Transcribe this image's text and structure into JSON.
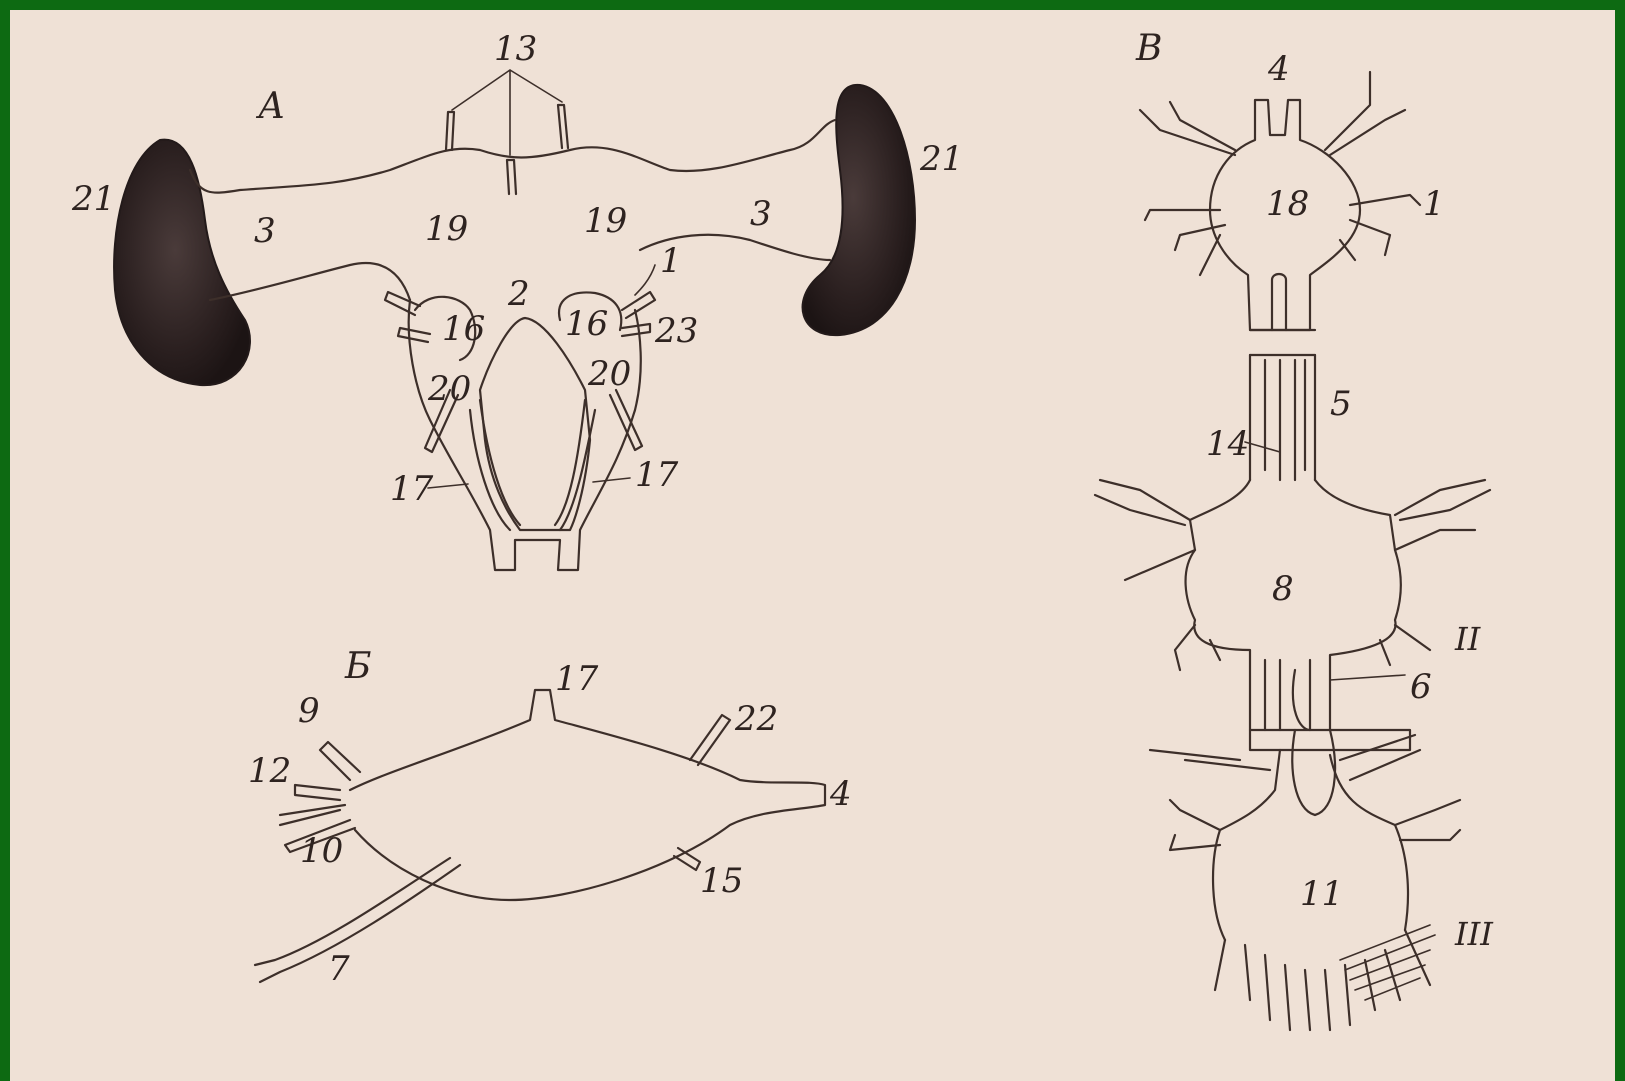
{
  "panels": {
    "a": "А",
    "b": "Б",
    "c": "В"
  },
  "panel_a": {
    "labels": [
      "13",
      "21",
      "21",
      "3",
      "3",
      "19",
      "19",
      "2",
      "1",
      "16",
      "16",
      "23",
      "20",
      "20",
      "17",
      "17"
    ]
  },
  "panel_b": {
    "labels": [
      "17",
      "9",
      "22",
      "12",
      "4",
      "10",
      "15",
      "7"
    ]
  },
  "panel_c": {
    "labels": [
      "4",
      "18",
      "1",
      "5",
      "14",
      "8",
      "II",
      "6",
      "11",
      "III"
    ]
  },
  "colors": {
    "frame": "#0d6a12",
    "paper": "#efe1d6",
    "ink": "#3d2f2a",
    "ganglion": "#231a1a"
  }
}
